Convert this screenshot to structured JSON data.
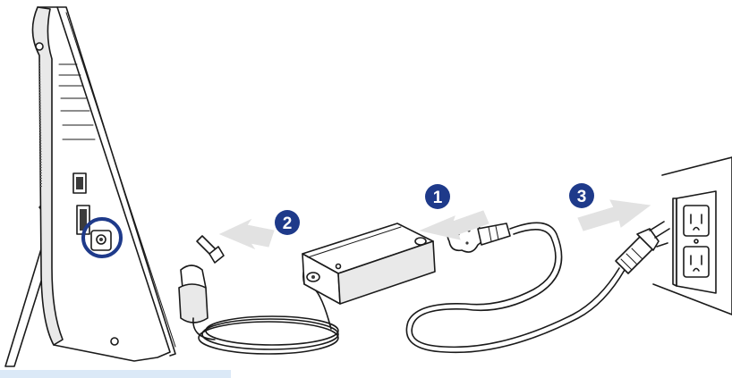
{
  "steps": [
    {
      "number": "1"
    },
    {
      "number": "2"
    },
    {
      "number": "3"
    }
  ],
  "colors": {
    "step_badge": "#1e3a8a",
    "highlight_ring": "#1e3a8a",
    "arrow_fill": "#e2e2e2",
    "line": "#1a1a1a",
    "accent_strip": "#dbe9f7"
  },
  "icons": [
    "all-in-one-pc-side-view",
    "dc-in-jack",
    "power-adapter-brick",
    "dc-plug",
    "power-cord-plug",
    "wall-outlet"
  ]
}
